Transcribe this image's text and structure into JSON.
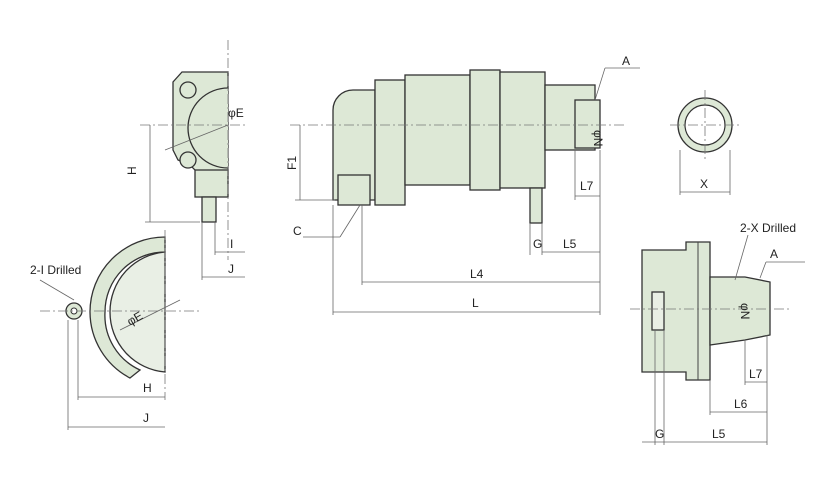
{
  "colors": {
    "part_fill": "#dde8d6",
    "line": "#333333"
  },
  "labels": {
    "a_main": "A",
    "a_side": "A",
    "phi_e_top": "φE",
    "phi_e_bottom": "φE",
    "h_top": "H",
    "h_bottom": "H",
    "i": "I",
    "j_top": "J",
    "j_bottom": "J",
    "two_i_drilled": "2-I Drilled",
    "f1": "F1",
    "c": "C",
    "g_main": "G",
    "g_side": "G",
    "l5_main": "L5",
    "l5_side": "L5",
    "l7_main": "L7",
    "l7_side": "L7",
    "l4": "L4",
    "l": "L",
    "l6": "L6",
    "x": "X",
    "phi_n_main": "φN",
    "phi_n_side": "φN",
    "two_x_drilled": "2-X Drilled"
  }
}
